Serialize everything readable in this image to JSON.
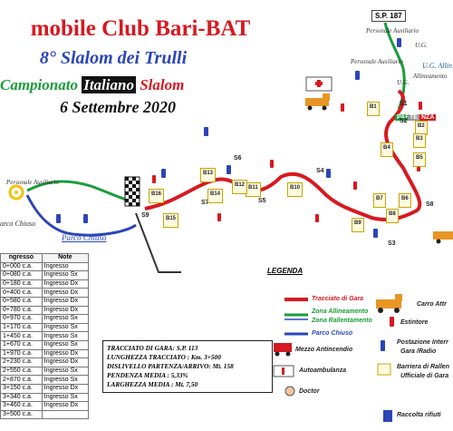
{
  "title": "mobile Club Bari-BAT",
  "subtitle": "8° Slalom dei Trulli",
  "championship": {
    "part1": "Campionato",
    "part2": "Italiano",
    "part3": "Slalom"
  },
  "date": "6 Settembre 2020",
  "road_label": "S.P. 187",
  "personale": [
    "Personale Ausiliario",
    "Personale Ausiliario",
    "Personale Ausiliario"
  ],
  "ug_labels": {
    "ug1": "U.G. Allin",
    "ug1b": "Allineamento",
    "ug2": "U.G.",
    "ug3": "U.G."
  },
  "parco_chiuso": [
    "arco Chiuso",
    "Parco Chiuso"
  ],
  "partenza": [
    "PAR",
    "TE",
    "NZA"
  ],
  "stations": [
    "S1",
    "S2",
    "S3",
    "S4",
    "S5",
    "S6",
    "S7",
    "S8",
    "S9"
  ],
  "boxes": [
    "B1",
    "B2",
    "B3",
    "B4",
    "B5",
    "B6",
    "B7",
    "B8",
    "B9",
    "B10",
    "B11",
    "B12",
    "B13",
    "B14",
    "B15",
    "B16"
  ],
  "table": {
    "headers": [
      "ngresso",
      "Note"
    ],
    "rows": [
      [
        "0+000 c.a.",
        "Ingresso"
      ],
      [
        "0+080 c.a.",
        "Ingresso Sx"
      ],
      [
        "0+180 c.a.",
        "Ingresso Dx"
      ],
      [
        "0+400 c.a.",
        "Ingresso Dx"
      ],
      [
        "0+580 c.a.",
        "Ingresso Dx"
      ],
      [
        "0+780 c.a.",
        "Ingresso Dx"
      ],
      [
        "0+970 c.a.",
        "Ingresso Sx"
      ],
      [
        "1+170 c.a.",
        "Ingresso Sx"
      ],
      [
        "1+450 c.a.",
        "Ingresso Sx"
      ],
      [
        "1+670 c.a.",
        "Ingresso Sx"
      ],
      [
        "1+970 c.a.",
        "Ingresso Dx"
      ],
      [
        "2+230 c.a.",
        "Ingresso Dx"
      ],
      [
        "2+550 c.a.",
        "Ingresso Sx"
      ],
      [
        "2+870 c.a.",
        "Ingresso Sx"
      ],
      [
        "3+150 c.a.",
        "Ingresso Dx"
      ],
      [
        "3+340 c.a.",
        "Ingresso Sx"
      ],
      [
        "3+460 c.a.",
        "Ingresso Dx"
      ],
      [
        "3+500 c.a.",
        ""
      ]
    ]
  },
  "legend": {
    "title": "LEGENDA",
    "tracciato": "Tracciato di Gara",
    "zona_all": "Zona Allineamento",
    "zona_rall": "Zona Rallentamento",
    "parco": "Parco Chiuso",
    "carro": "Carro Attr",
    "estintore": "Estintore",
    "postazione": "Postazione Interr",
    "postazione2": "Gara /Radio",
    "mezzo": "Mezzo Antincendio",
    "ambulanza": "Autoambulanza",
    "barriera": "Barriera di Rallen",
    "barriera2": "Ufficiale di Gara",
    "doctor": "Doctor",
    "raccolta": "Raccolta rifiuti"
  },
  "info": {
    "l1": "TRACCIATO DI GARA: S.P. 113",
    "l2": "LUNGHEZZA TRACCIATO : Km. 3+500",
    "l3": "DISLIVELLO PARTENZA/ARRIVO: Mt. 158",
    "l4": "PENDENZA MEDIA : 5,33%",
    "l5": "LARGHEZZA MEDIA : Mt. 7,50"
  },
  "colors": {
    "track": "#d71920",
    "green": "#1a9c3a",
    "blue": "#2b45b8",
    "yellow": "#f2c200"
  }
}
